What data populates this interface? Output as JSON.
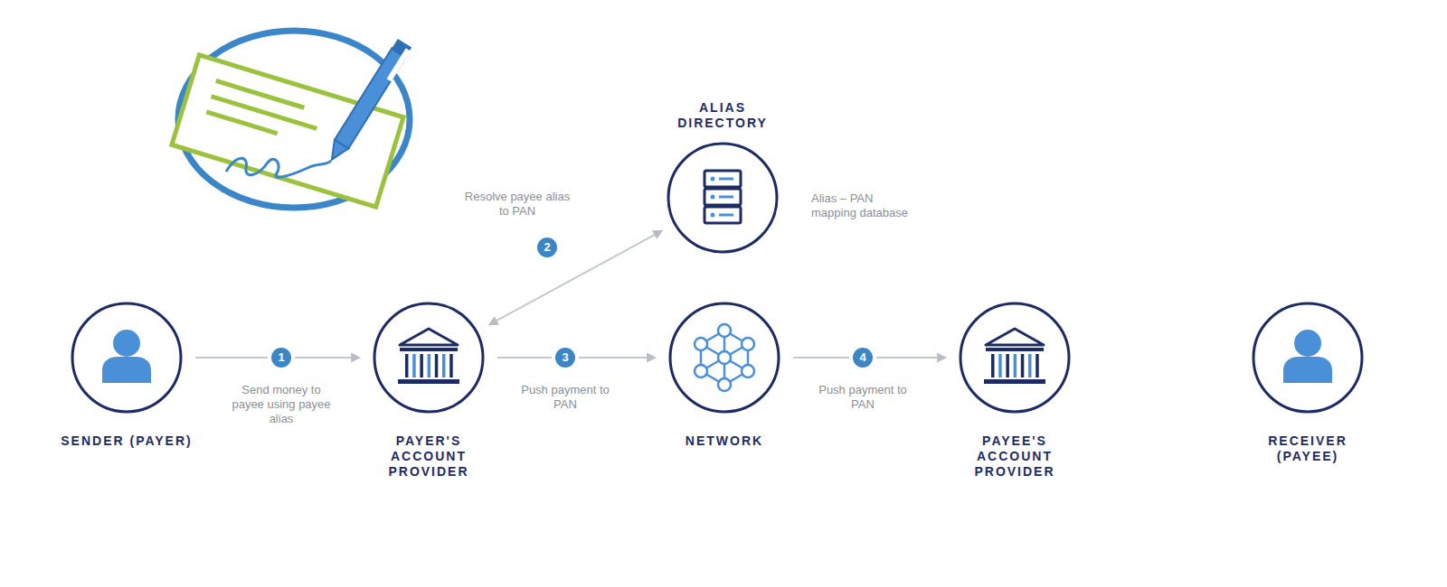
{
  "diagram": {
    "nodes": [
      {
        "text": [
          "SENDER (PAYER)"
        ]
      },
      {
        "text": [
          "PAYER'S ACCOUNT PROVIDER"
        ]
      },
      {
        "text": [
          "ALIAS DIRECTORY",
          "Alias – PAN mapping database"
        ]
      },
      {
        "text": [
          "NETWORK"
        ]
      },
      {
        "text": [
          "PAYEE'S ACCOUNT PROVIDER"
        ]
      },
      {
        "text": [
          "RECEIVER (PAYEE)"
        ]
      }
    ],
    "edges": [
      {
        "from": 0,
        "to": 1,
        "arrow": "to",
        "label": "Send money to payee using payee alias"
      },
      {
        "from": 1,
        "to": 2,
        "arrow": "both",
        "label": "Resolve payee alias to PAN"
      },
      {
        "from": 1,
        "to": 3,
        "arrow": "to",
        "label": "Push payment to PAN"
      },
      {
        "from": 3,
        "to": 4,
        "arrow": "to",
        "label": "Push payment to PAN"
      }
    ],
    "labels": [
      "1",
      "2",
      "3",
      "4"
    ]
  }
}
